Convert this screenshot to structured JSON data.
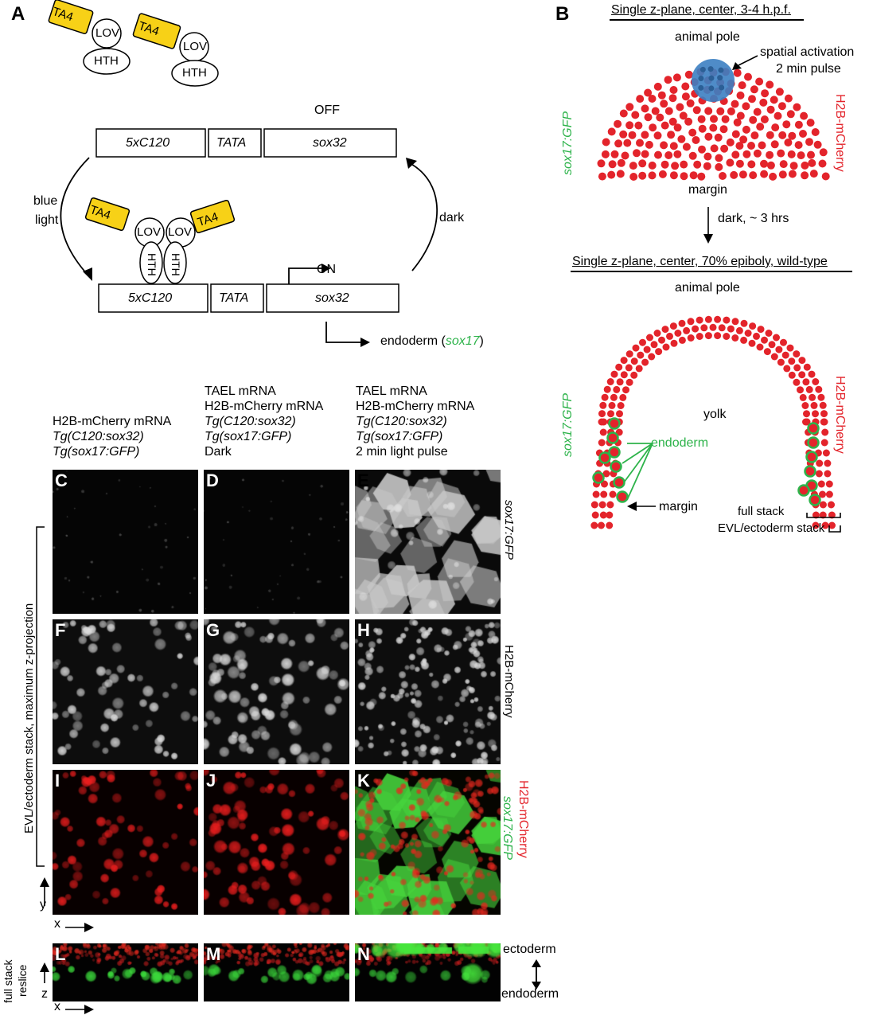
{
  "panelA": {
    "letter": "A",
    "ta4": "TA4",
    "lov": "LOV",
    "hth": "HTH",
    "off": "OFF",
    "on": "ON",
    "promoter": "5xC120",
    "tata": "TATA",
    "gene": "sox32",
    "blue": "blue",
    "light": "light",
    "dark": "dark",
    "endoderm_pre": "endoderm (",
    "endoderm_gene": "sox17",
    "endoderm_post": ")"
  },
  "panelB": {
    "letter": "B",
    "top_title": "Single z-plane, center, 3-4 h.p.f.",
    "animal_pole": "animal pole",
    "margin": "margin",
    "spatial_activation": "spatial activation",
    "pulse": "2 min pulse",
    "gfp_label": "sox17:GFP",
    "mcherry_label": "H2B-mCherry",
    "dark_arrow": "dark, ~ 3 hrs",
    "bottom_title": "Single z-plane, center, 70% epiboly, wild-type",
    "yolk": "yolk",
    "endoderm": "endoderm",
    "full_stack": "full stack",
    "evl_stack": "EVL/ectoderm stack",
    "colors": {
      "nuclei": "#e3242b",
      "activation": "#3c7fc2",
      "gfp": "#2db34a"
    }
  },
  "columns": [
    {
      "lines": [
        "H2B-mCherry mRNA",
        "Tg(C120:sox32)",
        "Tg(sox17:GFP)"
      ],
      "italic": [
        false,
        true,
        true
      ]
    },
    {
      "lines": [
        "TAEL mRNA",
        "H2B-mCherry mRNA",
        "Tg(C120:sox32)",
        "Tg(sox17:GFP)",
        "Dark"
      ],
      "italic": [
        false,
        false,
        true,
        true,
        false
      ]
    },
    {
      "lines": [
        "TAEL mRNA",
        "H2B-mCherry mRNA",
        "Tg(C120:sox32)",
        "Tg(sox17:GFP)",
        "2 min light pulse"
      ],
      "italic": [
        false,
        false,
        true,
        true,
        false
      ]
    }
  ],
  "panels": {
    "C": "C",
    "D": "D",
    "E": "E",
    "F": "F",
    "G": "G",
    "H": "H",
    "I": "I",
    "J": "J",
    "K": "K",
    "L": "L",
    "M": "M",
    "N": "N"
  },
  "row_labels": {
    "gfp": "sox17:GFP",
    "mcherry": "H2B-mCherry",
    "merge_red": "H2B-mCherry",
    "merge_green": "sox17:GFP"
  },
  "side": {
    "evl_bracket": "EVL/ectoderm stack, maximum z-projection",
    "y": "y",
    "x": "x",
    "full_stack": "full stack",
    "reslice": "reslice",
    "z": "z",
    "ectoderm": "ectoderm",
    "endoderm": "endoderm"
  }
}
